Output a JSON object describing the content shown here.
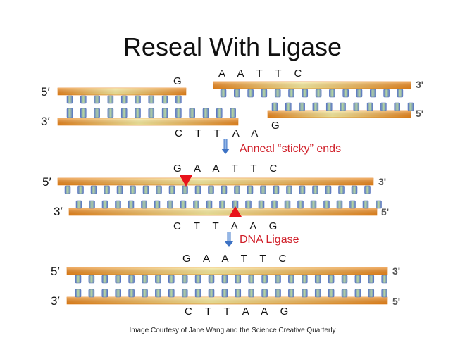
{
  "title": "Reseal With Ligase",
  "footer": "Image Courtesy of Jane Wang and the Science Creative Quarterly",
  "colors": {
    "strand_dark": "#f08a1e",
    "strand_light": "#fff2a0",
    "base_blue": "#5b78c8",
    "base_green": "#b7d7a0",
    "arrow": "#5b8fd6",
    "label_red": "#d0202a",
    "nick_red": "#e8131b"
  },
  "stage1": {
    "left_top_end": "5′",
    "left_bottom_end": "3′",
    "right_top_end": "3'",
    "right_bottom_end": "5'",
    "left_top_overhang": "G",
    "left_bottom_seq": "C T T A A",
    "right_top_seq": "A A T T C",
    "right_bottom_overhang": "G"
  },
  "step1": {
    "label": "Anneal “sticky” ends",
    "icon": "down-arrow"
  },
  "stage2": {
    "top_left_end": "5′",
    "bottom_left_end": "3′",
    "top_right_end": "3'",
    "bottom_right_end": "5'",
    "top_seq": "G A A T T C",
    "bottom_seq": "C T T A A G",
    "nick_markers": [
      "nick-top",
      "nick-bottom"
    ]
  },
  "step2": {
    "label": "DNA Ligase",
    "icon": "down-arrow"
  },
  "stage3": {
    "top_left_end": "5′",
    "bottom_left_end": "3′",
    "top_right_end": "3'",
    "bottom_right_end": "5'",
    "top_seq": "G A A T T C",
    "bottom_seq": "C T T A A G"
  }
}
